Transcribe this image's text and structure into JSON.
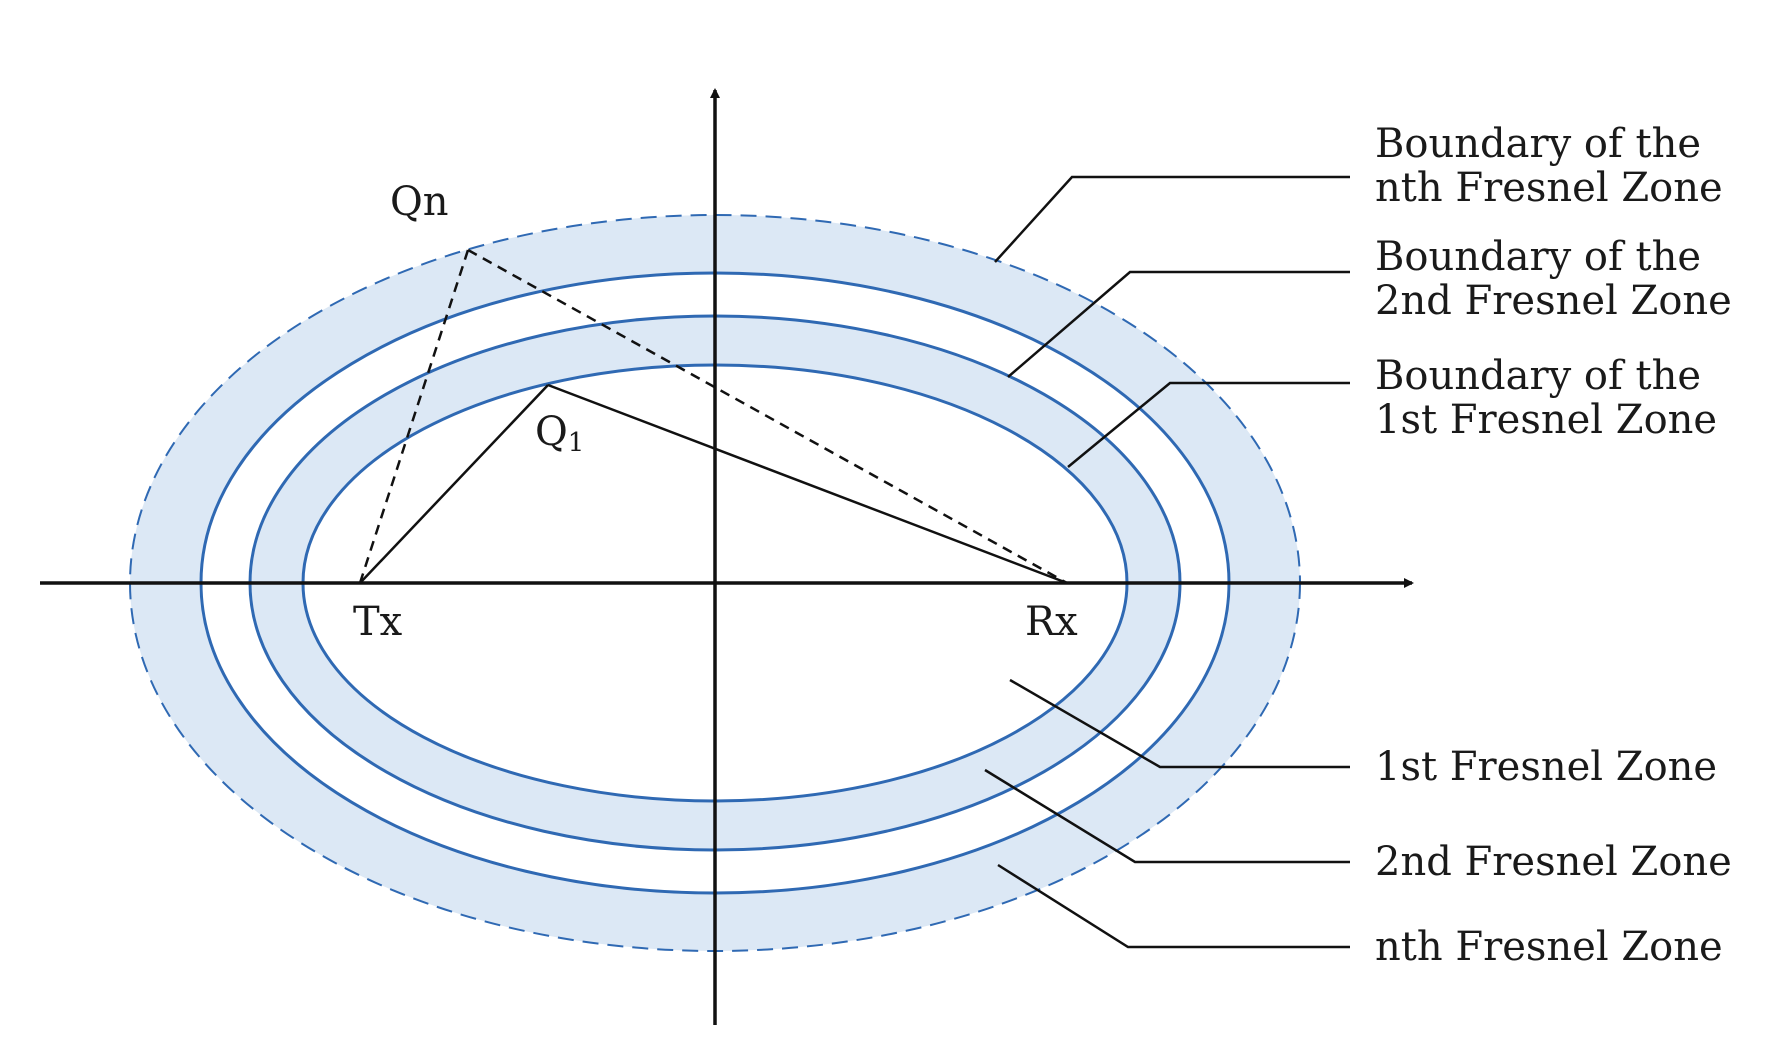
{
  "colors": {
    "zone_fill": "#dce8f5",
    "boundary_stroke": "#2f69b3",
    "axis": "#111111",
    "background": "#ffffff"
  },
  "points": {
    "tx": "Tx",
    "rx": "Rx",
    "q1": "Q1",
    "q1_main": "Q",
    "q1_sub": "1",
    "qn": "Qn"
  },
  "callouts": {
    "boundary_nth_line1": "Boundary of the",
    "boundary_nth_line2": "nth Fresnel Zone",
    "boundary_2nd_line1": "Boundary of the",
    "boundary_2nd_line2": "2nd Fresnel Zone",
    "boundary_1st_line1": "Boundary of the",
    "boundary_1st_line2": "1st Fresnel Zone",
    "zone_1st": "1st Fresnel Zone",
    "zone_2nd": "2nd Fresnel Zone",
    "zone_nth": "nth Fresnel Zone"
  }
}
